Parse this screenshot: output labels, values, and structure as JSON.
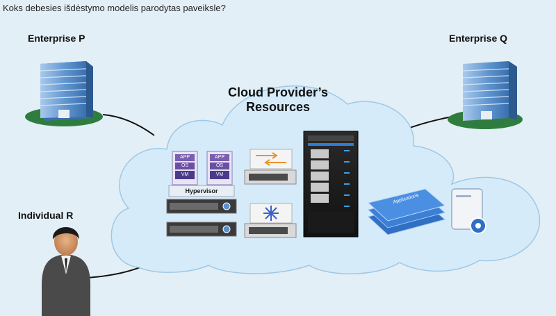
{
  "question": "Koks debesies išdėstymo modelis parodytas paveiksle?",
  "labels": {
    "enterprise_p": "Enterprise P",
    "enterprise_q": "Enterprise Q",
    "individual_r": "Individual R"
  },
  "cloud": {
    "title_line1": "Cloud Provider’s",
    "title_line2": "Resources"
  },
  "virtualization": {
    "vm_stack": [
      "APP",
      "OS",
      "VM"
    ],
    "hypervisor": "Hypervisor"
  },
  "apps_label": "Applications",
  "colors": {
    "background": "#e3eff6",
    "cloud_fill": "#d6ebf9",
    "cloud_stroke": "#9ec8e6",
    "building_blue": "#5f95cf",
    "grass": "#2f7d3e",
    "vm_purple": "#6b4fa3"
  },
  "icons": [
    "building-icon",
    "person-icon",
    "server-icon",
    "switch-icon",
    "rack-icon",
    "database-icon",
    "storage-icon"
  ]
}
